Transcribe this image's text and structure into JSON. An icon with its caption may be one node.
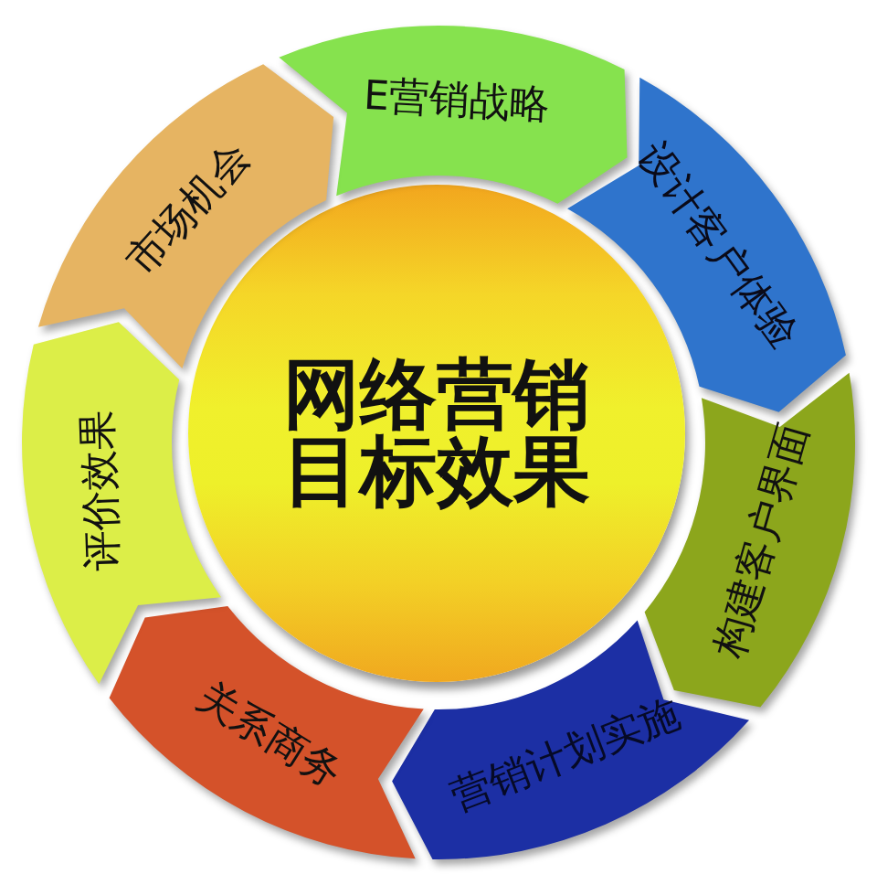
{
  "diagram": {
    "nodes": [
      {
        "text": [
          "网络营销目标效果"
        ]
      },
      {
        "text": [
          "E营销战略"
        ]
      },
      {
        "text": [
          "设计客户体验"
        ]
      },
      {
        "text": [
          "构建客户界面"
        ]
      },
      {
        "text": [
          "营销计划实施"
        ]
      },
      {
        "text": [
          "关系商务"
        ]
      },
      {
        "text": [
          "评价效果"
        ]
      },
      {
        "text": [
          "市场机会"
        ]
      }
    ]
  }
}
